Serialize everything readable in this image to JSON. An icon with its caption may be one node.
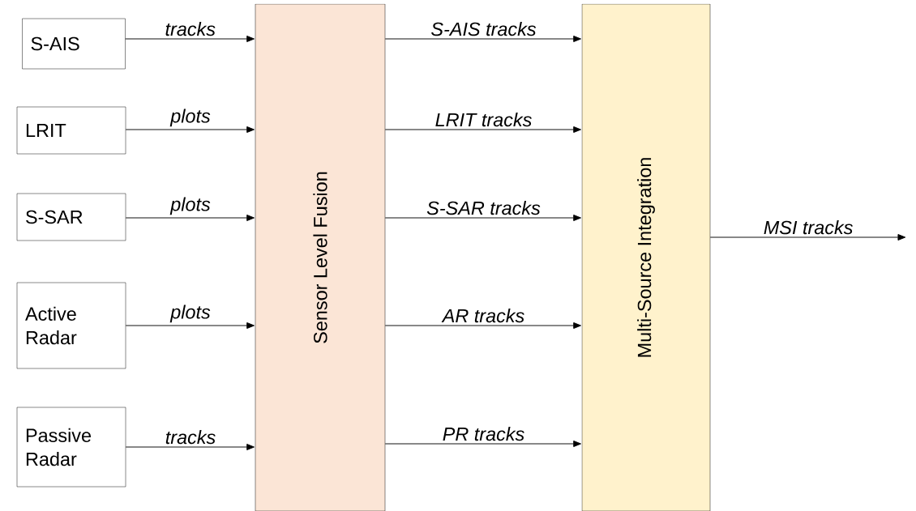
{
  "diagram": {
    "nodes": [
      {
        "text": [
          "S-AIS"
        ]
      },
      {
        "text": [
          "LRIT"
        ]
      },
      {
        "text": [
          "S-SAR"
        ]
      },
      {
        "text": [
          "Active Radar"
        ]
      },
      {
        "text": [
          "Passive Radar"
        ]
      },
      {
        "text": [
          "Sensor Level Fusion"
        ]
      },
      {
        "text": [
          "Multi-Source Integration"
        ]
      }
    ],
    "edges": [
      {
        "from": 0,
        "to": 5,
        "arrow": "to",
        "label": "tracks"
      },
      {
        "from": 1,
        "to": 5,
        "arrow": "to",
        "label": "plots"
      },
      {
        "from": 2,
        "to": 5,
        "arrow": "to",
        "label": "plots"
      },
      {
        "from": 3,
        "to": 5,
        "arrow": "to",
        "label": "plots"
      },
      {
        "from": 4,
        "to": 5,
        "arrow": "to",
        "label": "tracks"
      },
      {
        "from": 5,
        "to": 6,
        "arrow": "to",
        "label": "S-AIS tracks"
      },
      {
        "from": 5,
        "to": 6,
        "arrow": "to",
        "label": "LRIT tracks"
      },
      {
        "from": 5,
        "to": 6,
        "arrow": "to",
        "label": "S-SAR tracks"
      },
      {
        "from": 5,
        "to": 6,
        "arrow": "to",
        "label": "AR tracks"
      },
      {
        "from": 5,
        "to": 6,
        "arrow": "to",
        "label": "PR tracks"
      },
      {
        "from": 6,
        "to": null,
        "arrow": "to",
        "label": "MSI tracks"
      }
    ]
  }
}
